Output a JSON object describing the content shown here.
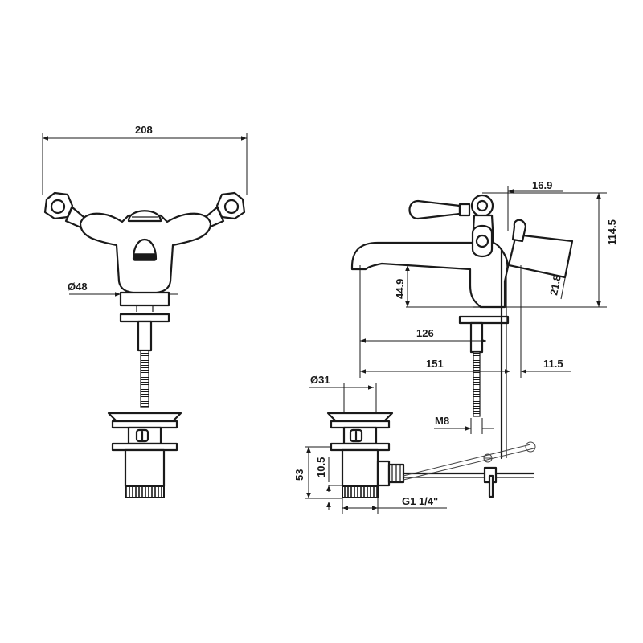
{
  "dimensions": {
    "total_width": "208",
    "base_diameter": "Ø48",
    "handle_offset": "16.9",
    "overall_height": "114.5",
    "spout_height": "44.9",
    "lever_angle_dim": "21.8",
    "spout_reach": "126",
    "total_reach": "151",
    "rod_offset": "11.5",
    "waste_diameter": "Ø31",
    "rod_thread": "M8",
    "waste_height": "53",
    "waste_upper": "10.5",
    "waste_thread": "G1 1/4\""
  }
}
